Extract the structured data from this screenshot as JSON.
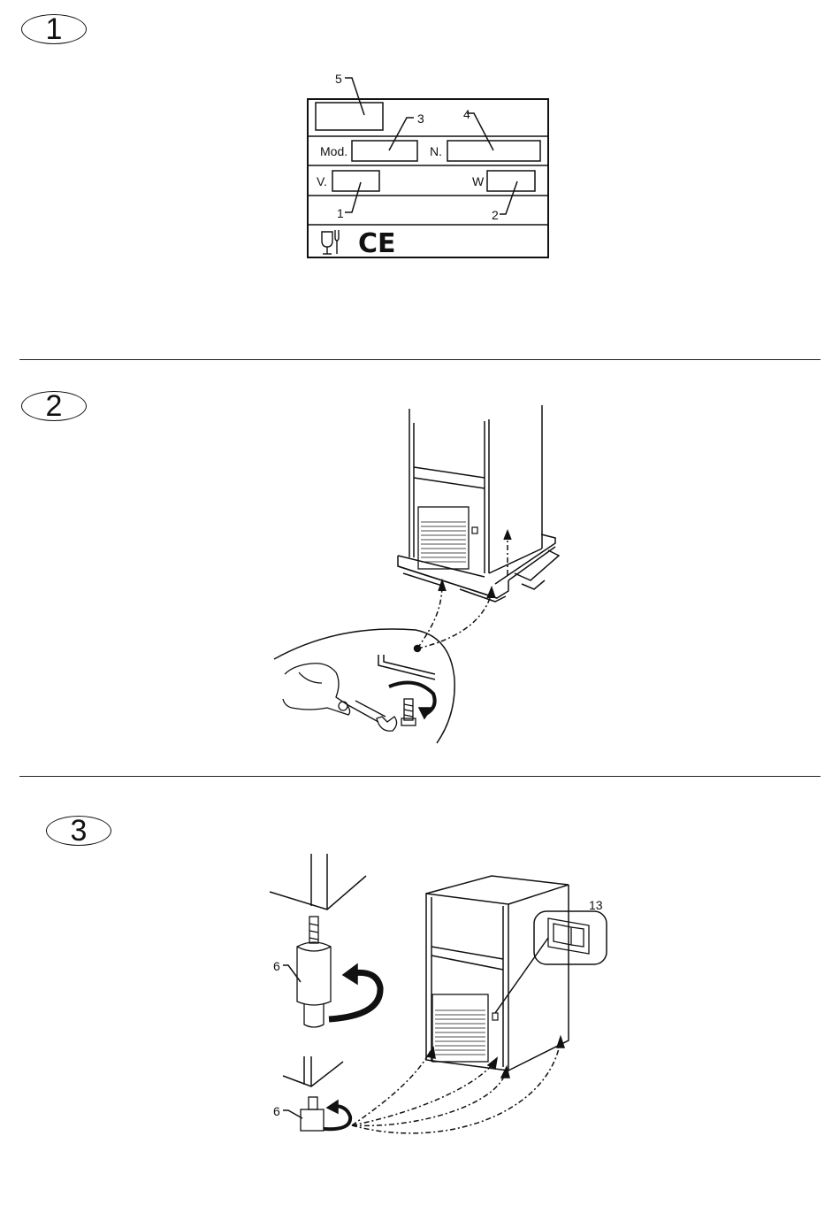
{
  "steps": [
    {
      "number": "1",
      "plate": {
        "model_label": "Mod.",
        "serial_label": "N.",
        "voltage_label": "V.",
        "power_label": "W",
        "ce_mark": "CE",
        "callouts": {
          "voltage": "1",
          "power": "2",
          "model": "3",
          "serial": "4",
          "logo": "5"
        }
      }
    },
    {
      "number": "2"
    },
    {
      "number": "3",
      "callouts": {
        "leg_long": "6",
        "leg_short": "6",
        "switch": "13"
      }
    }
  ]
}
